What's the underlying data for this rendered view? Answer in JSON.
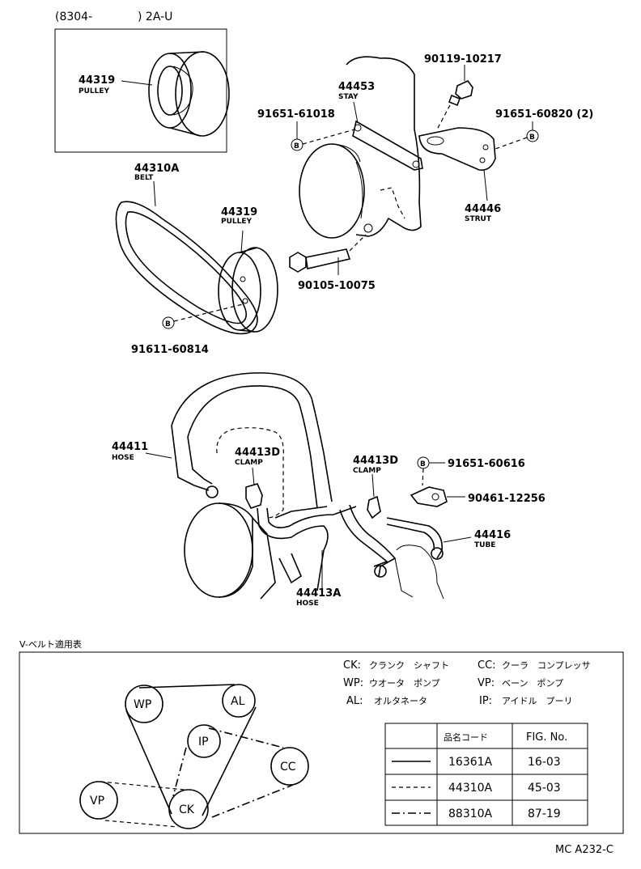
{
  "header": {
    "date_range": "(8304-",
    "engine": ") 2A-U"
  },
  "parts": {
    "pulley_inset": {
      "number": "44319",
      "name": "PULLEY"
    },
    "belt": {
      "number": "44310A",
      "name": "BELT"
    },
    "pulley_main": {
      "number": "44319",
      "name": "PULLEY"
    },
    "bolt_b_pulley": {
      "number": "91611-60814",
      "symbol": "B"
    },
    "stay": {
      "number": "44453",
      "name": "STAY"
    },
    "bolt_b_stay": {
      "number": "91651-61018",
      "symbol": "B"
    },
    "bolt_90119": {
      "number": "90119-10217"
    },
    "bolt_b_strut": {
      "number": "91651-60820 (2)",
      "symbol": "B"
    },
    "strut": {
      "number": "44446",
      "name": "STRUT"
    },
    "bolt_90105": {
      "number": "90105-10075"
    },
    "hose_44411": {
      "number": "44411",
      "name": "HOSE"
    },
    "clamp_d_left": {
      "number": "44413D",
      "name": "CLAMP"
    },
    "clamp_d_right": {
      "number": "44413D",
      "name": "CLAMP"
    },
    "bolt_b_clamp": {
      "number": "91651-60616",
      "symbol": "B"
    },
    "clamp_90461": {
      "number": "90461-12256"
    },
    "tube": {
      "number": "44416",
      "name": "TUBE"
    },
    "hose_44413a": {
      "number": "44413A",
      "name": "HOSE"
    }
  },
  "vbelt_table": {
    "title": "V-ベルト適用表",
    "legend": [
      {
        "code": "CK:",
        "desc": "クランク　シャフト"
      },
      {
        "code": "CC:",
        "desc": "クーラ　コンプレッサ"
      },
      {
        "code": "WP:",
        "desc": "ウオータ　ポンプ"
      },
      {
        "code": "VP:",
        "desc": "ベーン　ポンプ"
      },
      {
        "code": "AL:",
        "desc": "オルタネータ"
      },
      {
        "code": "IP:",
        "desc": "アイドル　プーリ"
      }
    ],
    "pulleys": [
      "WP",
      "AL",
      "IP",
      "CC",
      "VP",
      "CK"
    ],
    "columns": [
      "品名コード",
      "FIG. No."
    ],
    "rows": [
      {
        "line": "solid",
        "code": "16361A",
        "fig": "16-03"
      },
      {
        "line": "dashed",
        "code": "44310A",
        "fig": "45-03"
      },
      {
        "line": "dash-dot",
        "code": "88310A",
        "fig": "87-19"
      }
    ]
  },
  "footer": {
    "ref": "MC A232-C"
  }
}
